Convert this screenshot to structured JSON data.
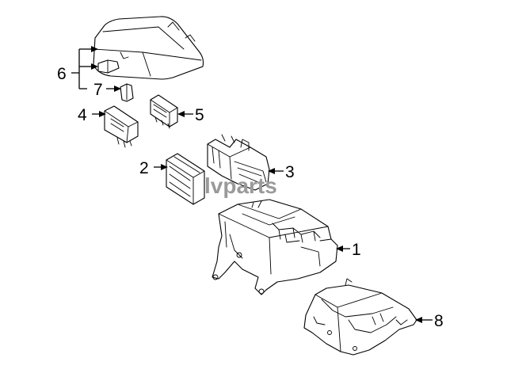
{
  "callouts": {
    "c1": "1",
    "c2": "2",
    "c3": "3",
    "c4": "4",
    "c5": "5",
    "c6": "6",
    "c7": "7",
    "c8": "8"
  },
  "watermark": {
    "text": "lvparts",
    "color": "#9a9a9a"
  },
  "colors": {
    "line": "#000000",
    "background": "#ffffff"
  }
}
